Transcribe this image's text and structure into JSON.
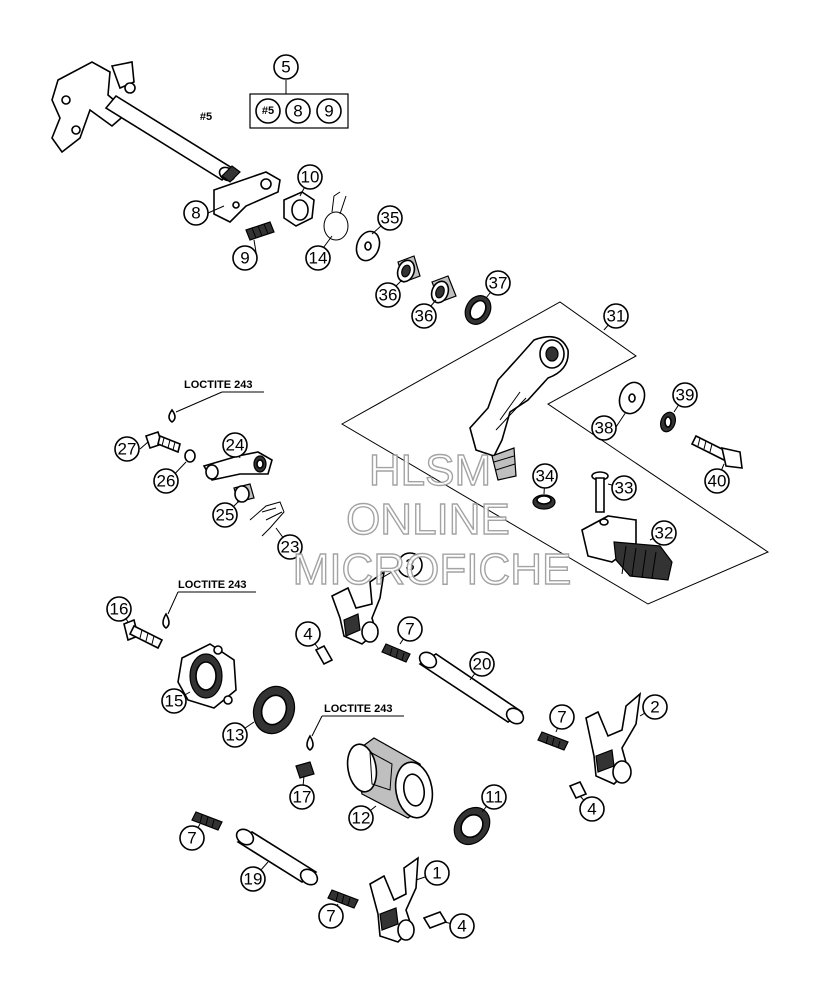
{
  "callouts": {
    "c1": "1",
    "c2": "2",
    "c3": "3",
    "c4a": "4",
    "c4b": "4",
    "c4c": "4",
    "c5": "5",
    "c5a": "#5",
    "c8top": "8",
    "c9top": "9",
    "c7a": "7",
    "c7b": "7",
    "c7c": "7",
    "c7d": "7",
    "c8": "8",
    "c9": "9",
    "c10": "10",
    "c11": "11",
    "c12": "12",
    "c13": "13",
    "c14": "14",
    "c15": "15",
    "c16": "16",
    "c17": "17",
    "c19": "19",
    "c20": "20",
    "c23": "23",
    "c24": "24",
    "c25": "25",
    "c26": "26",
    "c27": "27",
    "c31": "31",
    "c32": "32",
    "c33": "33",
    "c34": "34",
    "c35": "35",
    "c36a": "36",
    "c36b": "36",
    "c37": "37",
    "c38": "38",
    "c39": "39",
    "c40": "40"
  },
  "shaft_label": "#5",
  "notes": {
    "loctite_1": "LOCTITE 243",
    "loctite_2": "LOCTITE 243",
    "loctite_3": "LOCTITE 243"
  },
  "watermark": {
    "line1": "HLSM",
    "line2": "ONLINE",
    "line3": "MICROFICHE"
  }
}
